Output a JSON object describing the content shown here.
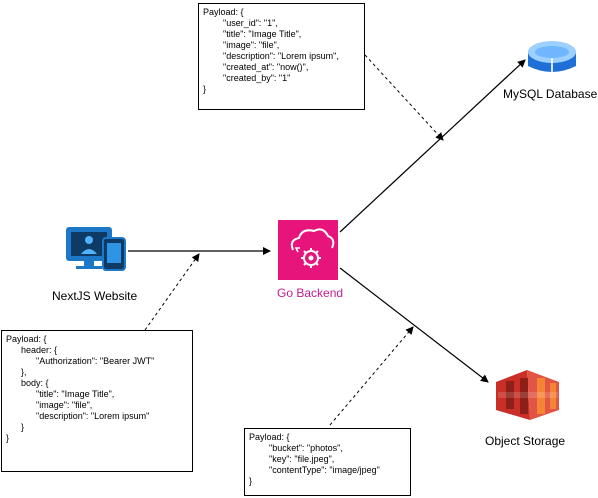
{
  "nodes": {
    "website": {
      "label": "NextJS Website",
      "icon": "desktop-mobile-icon"
    },
    "backend": {
      "label": "Go Backend",
      "icon": "cloud-gear-icon",
      "accent": "#e7157b"
    },
    "database": {
      "label": "MySQL Database",
      "icon": "database-icon",
      "accent": "#2d7ce8"
    },
    "storage": {
      "label": "Object Storage",
      "icon": "s3-bucket-icon",
      "accent": "#d6332b"
    }
  },
  "payloads": {
    "db_lines": [
      "Payload: {",
      "        \"user_id\": \"1\",",
      "        \"title\": \"Image Title\",",
      "        \"image\": \"file\",",
      "        \"description\": \"Lorem ipsum\",",
      "        \"created_at\": \"now()\",",
      "        \"created_by\": \"1\"",
      "}"
    ],
    "request_lines": [
      "Payload: {",
      "      header: {",
      "            \"Authorization\": \"Bearer JWT\"",
      "      },",
      "      body: {",
      "            \"title\": \"Image Title\",",
      "            \"image\": \"file\",",
      "            \"description\": \"Lorem ipsum\"",
      "      }",
      "}"
    ],
    "storage_lines": [
      "Payload: {",
      "        \"bucket\": \"photos\",",
      "        \"key\": \"file.jpeg\",",
      "        \"contentType\": \"image/jpeg\"",
      "}"
    ]
  }
}
